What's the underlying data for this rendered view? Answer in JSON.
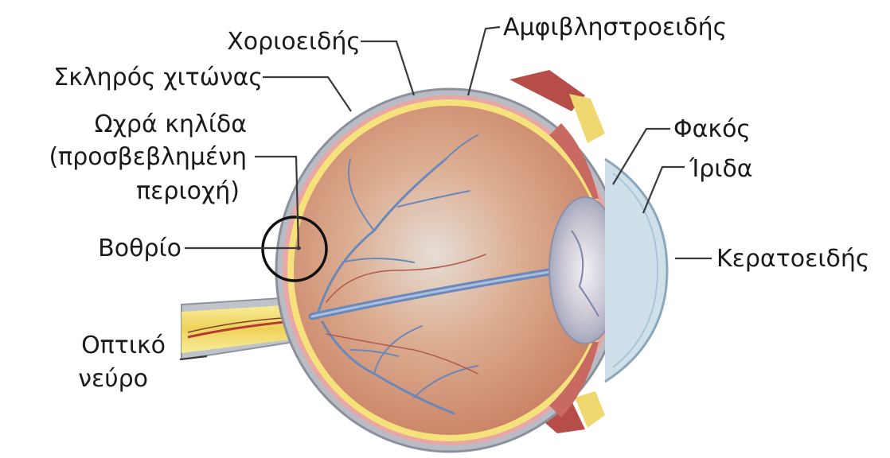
{
  "labels": {
    "choroid": "Χοριοειδής",
    "retina": "Αμφιβληστροειδής",
    "sclera": "Σκληρός χιτώνας",
    "macula_line1": "Ωχρά κηλίδα",
    "macula_line2": "(προσβεβλημένη",
    "macula_line3": "περιοχή)",
    "fovea": "Βοθρίο",
    "lens": "Φακός",
    "iris": "Ίριδα",
    "cornea": "Κερατοειδής",
    "optic_nerve_line1": "Οπτικό",
    "optic_nerve_line2": "νεύρο"
  },
  "colors": {
    "sclera": "#b9bcc4",
    "choroid": "#e8a7a4",
    "retina": "#f6e27a",
    "vitreous": "#d9a181",
    "vessels": "#6b88b8",
    "iris": "#2f55c7",
    "cornea": "#a8c6d8",
    "muscle": "#c9645a",
    "optic_nerve": "#f3e173",
    "highlight_circle": "#111111"
  }
}
